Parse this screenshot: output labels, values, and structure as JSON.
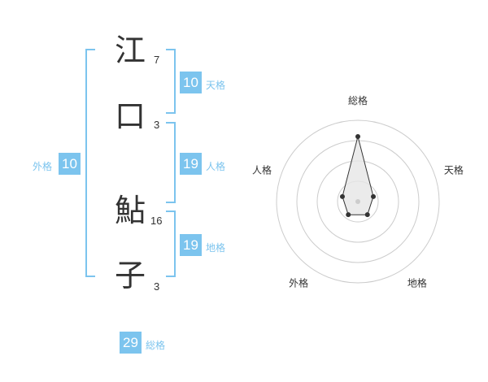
{
  "name": {
    "chars": [
      {
        "char": "江",
        "strokes": "7"
      },
      {
        "char": "口",
        "strokes": "3"
      },
      {
        "char": "鮎",
        "strokes": "16"
      },
      {
        "char": "子",
        "strokes": "3"
      }
    ]
  },
  "kakusu": {
    "tenkaku": {
      "value": "10",
      "label": "天格"
    },
    "jinkaku": {
      "value": "19",
      "label": "人格"
    },
    "chikaku": {
      "value": "19",
      "label": "地格"
    },
    "gaikaku": {
      "value": "10",
      "label": "外格"
    },
    "soukaku": {
      "value": "29",
      "label": "総格"
    }
  },
  "chart_data": {
    "type": "radar",
    "axes": [
      "総格",
      "天格",
      "地格",
      "外格",
      "人格"
    ],
    "values": [
      4,
      1,
      1,
      1,
      1
    ],
    "rmax": 5,
    "rings": 4,
    "colors": {
      "grid": "#cccccc",
      "fill": "#e6e6e6",
      "line": "#333333",
      "point": "#333333",
      "center": "#cccccc"
    }
  }
}
